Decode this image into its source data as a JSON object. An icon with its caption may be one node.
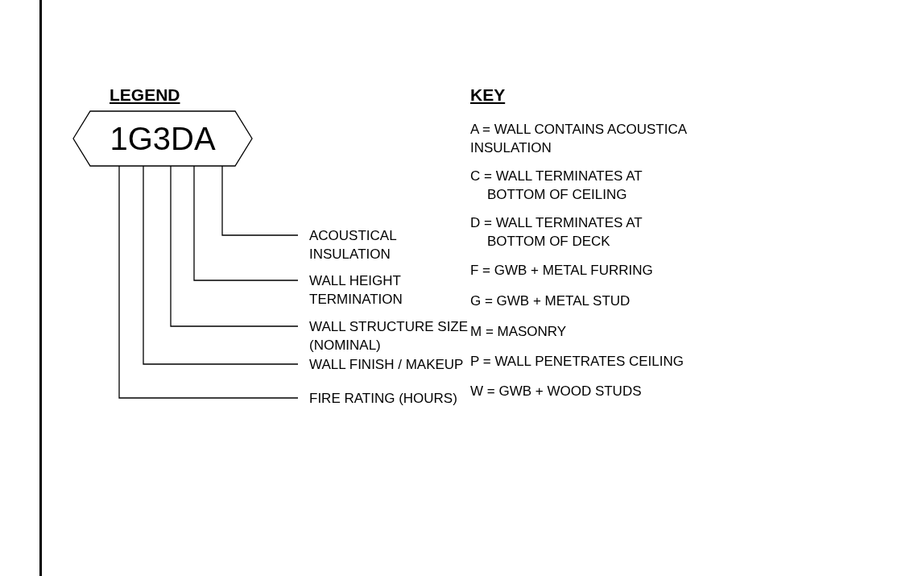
{
  "diagram": {
    "nodes": [
      {
        "text": [
          "1G3DA"
        ],
        "beside": [
          "LEGEND"
        ]
      },
      {
        "text": [
          "ACOUSTICAL INSULATION"
        ]
      },
      {
        "text": [
          "WALL HEIGHT TERMINATION"
        ]
      },
      {
        "text": [
          "WALL STRUCTURE SIZE (NOMINAL)"
        ]
      },
      {
        "text": [
          "WALL FINISH / MAKEUP"
        ]
      },
      {
        "text": [
          "FIRE RATING (HOURS)"
        ]
      }
    ],
    "edges": [
      {
        "from": 1,
        "to": 0,
        "arrow": "none"
      },
      {
        "from": 2,
        "to": 0,
        "arrow": "none"
      },
      {
        "from": 3,
        "to": 0,
        "arrow": "none"
      },
      {
        "from": 4,
        "to": 0,
        "arrow": "none"
      },
      {
        "from": 5,
        "to": 0,
        "arrow": "none"
      }
    ],
    "labels": [
      "KEY",
      "A = WALL CONTAINS ACOUSTICA INSULATION",
      "C = WALL TERMINATES AT BOTTOM OF CEILING",
      "D = WALL TERMINATES AT BOTTOM OF DECK",
      "F = GWB + METAL FURRING",
      "G = GWB + METAL STUD",
      "M = MASONRY",
      "P = WALL PENETRATES CEILING",
      "W = GWB + WOOD STUDS"
    ]
  }
}
